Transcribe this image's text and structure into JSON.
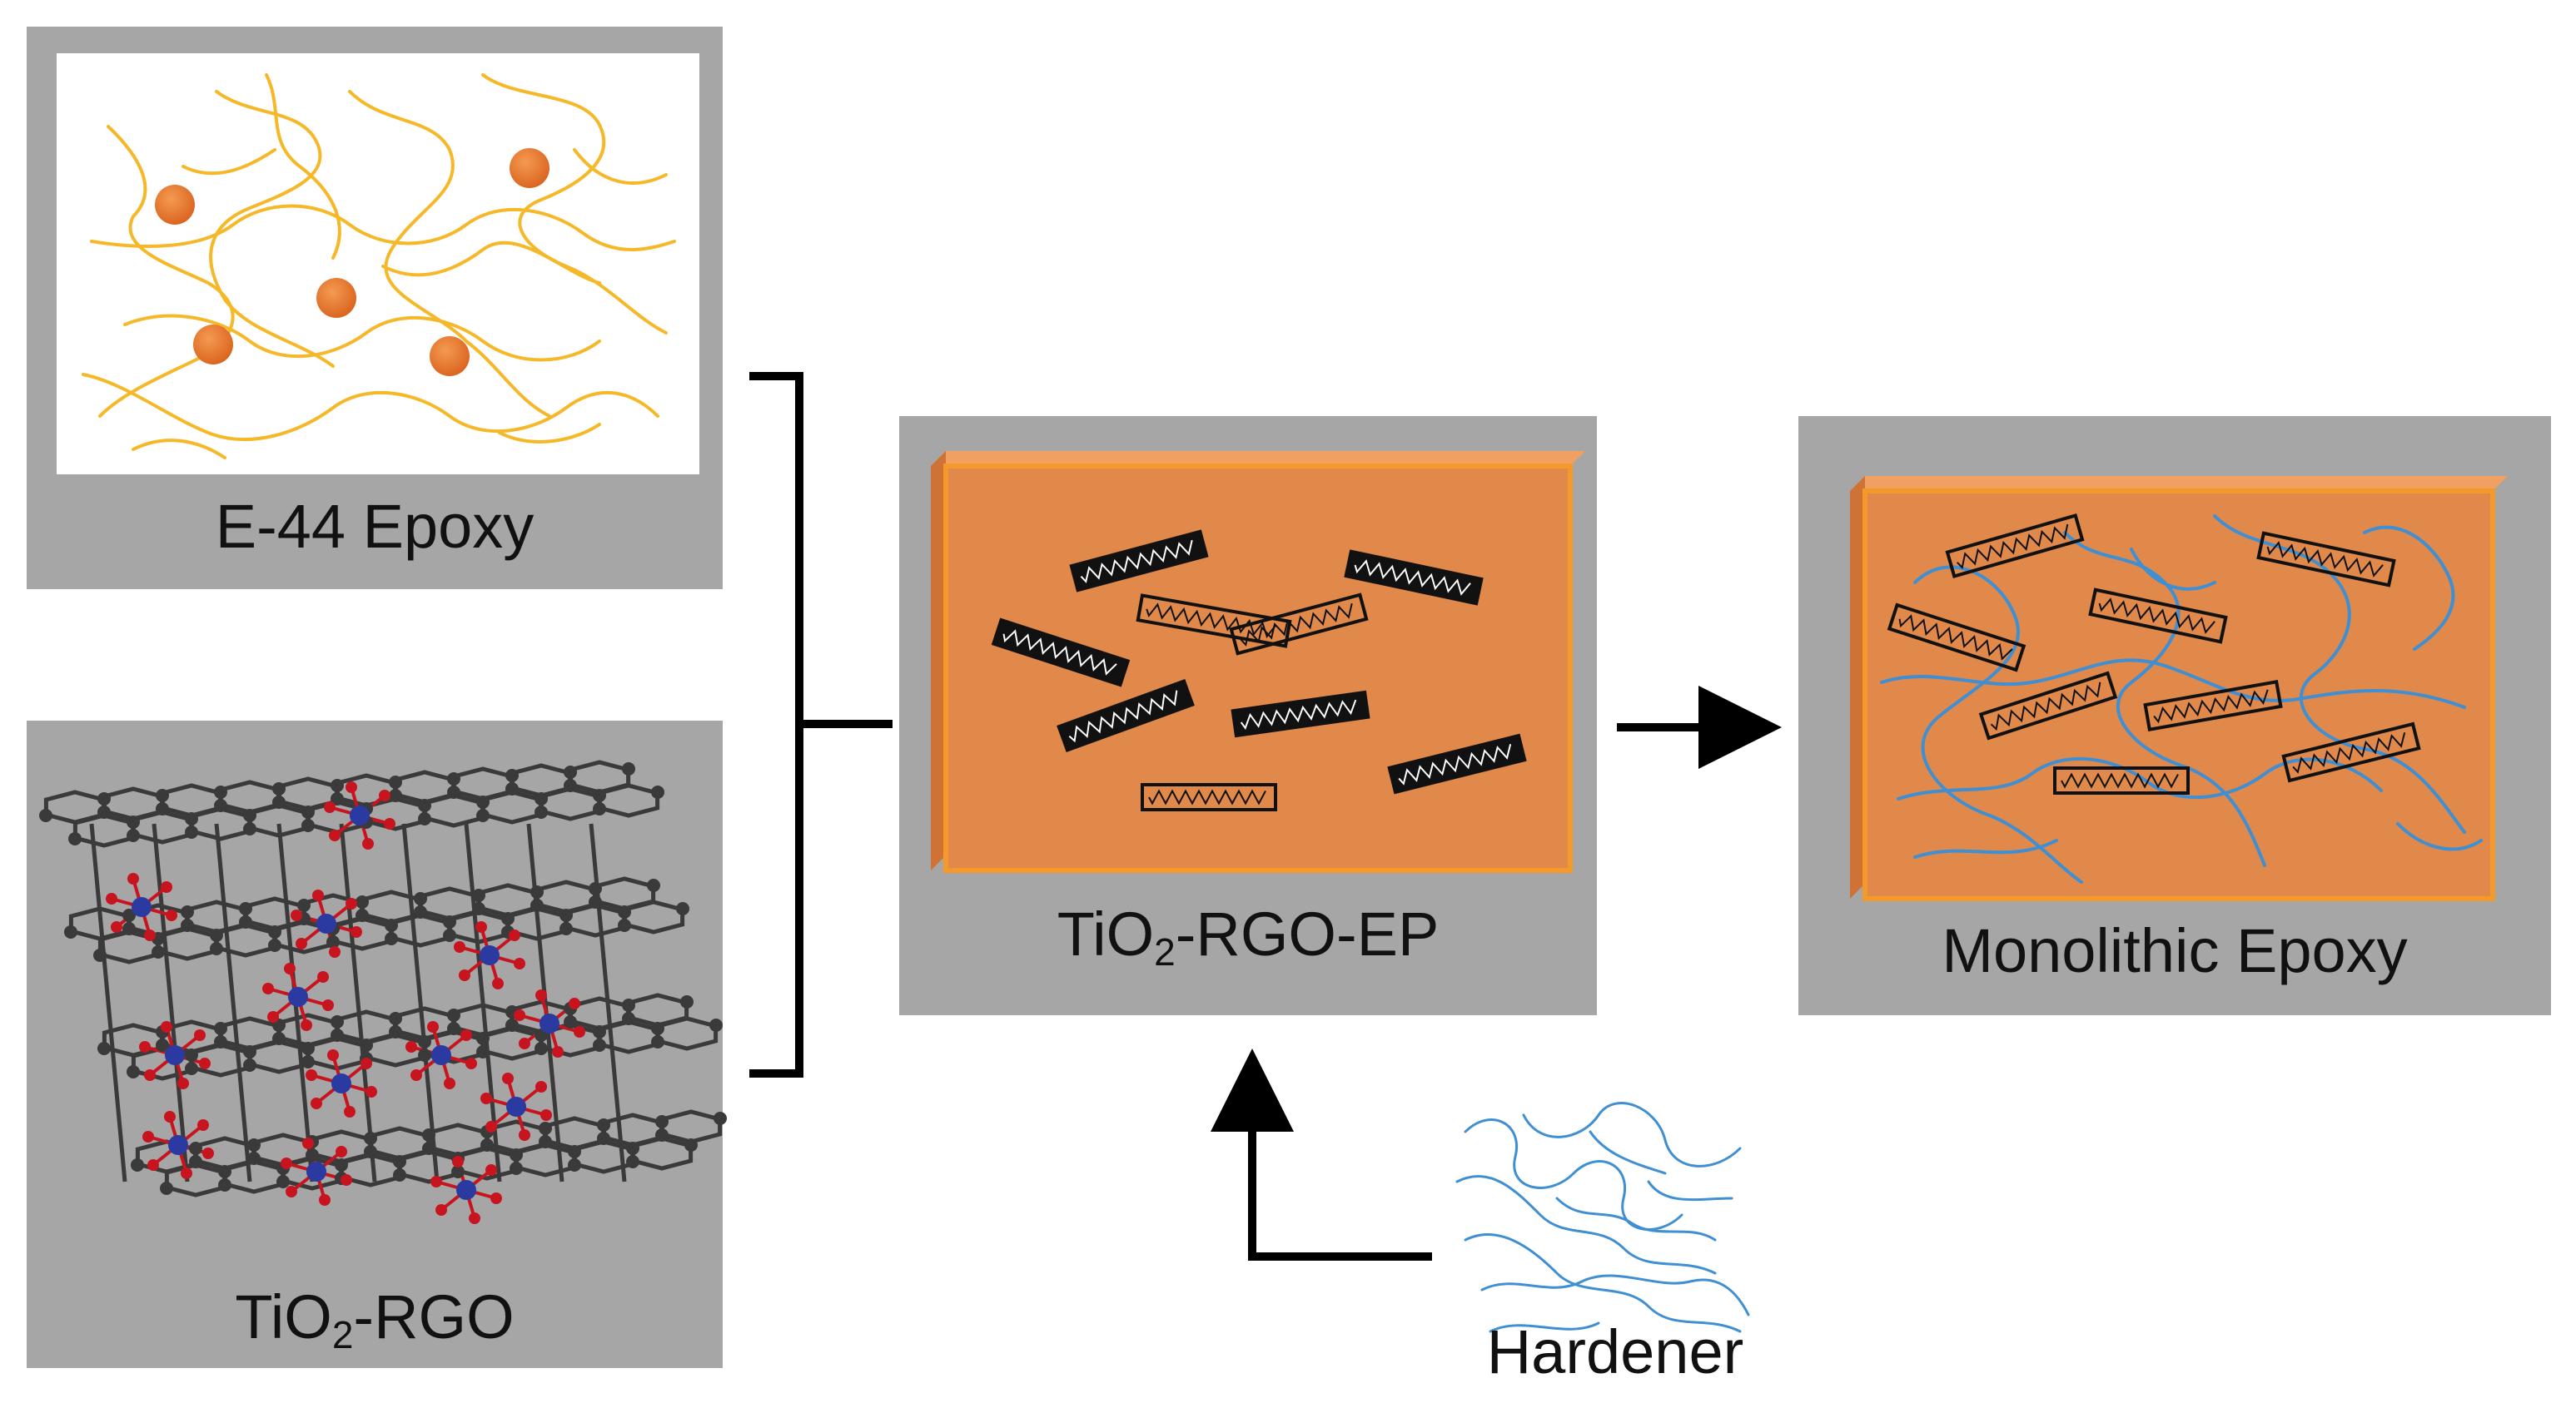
{
  "panels": {
    "epoxy": {
      "label": "E-44 Epoxy"
    },
    "tio2_rgo": {
      "label_main": "TiO",
      "label_sub": "2",
      "label_rest": "-RGO"
    },
    "tio2_rgo_ep": {
      "label_main": "TiO",
      "label_sub": "2",
      "label_rest": "-RGO-EP"
    },
    "monolithic": {
      "label": "Monolithic Epoxy"
    }
  },
  "hardener": {
    "label": "Hardener"
  },
  "colors": {
    "panel_gray": "#a6a6a6",
    "epoxy_chain": "#f5b829",
    "epoxy_node": "#e8752e",
    "matrix_orange": "#e0894b",
    "hardener_blue": "#3f8fd2",
    "carbon": "#3a3a3a",
    "titanium": "#2a3aa0",
    "oxygen": "#c8141e"
  }
}
